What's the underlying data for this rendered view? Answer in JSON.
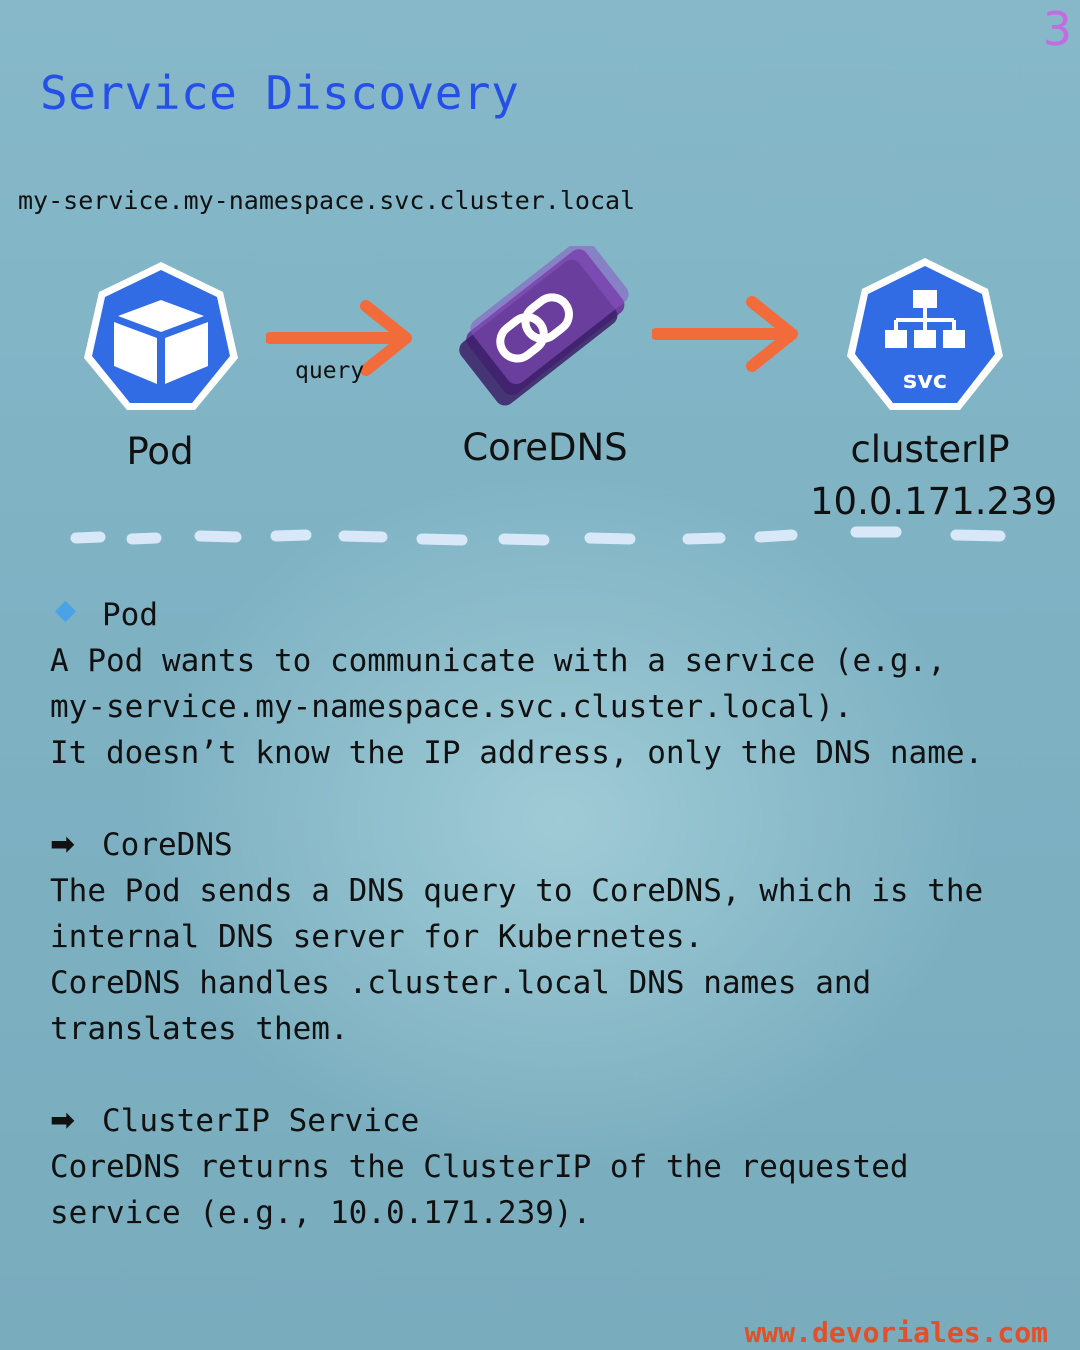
{
  "page_number": "3",
  "title": "Service Discovery",
  "dns_name": "my-service.my-namespace.svc.cluster.local",
  "diagram": {
    "pod_label": "Pod",
    "query_label": "query",
    "coredns_label": "CoreDNS",
    "svc_badge": "svc",
    "svc_label_line1": "clusterIP",
    "svc_label_line2": "10.0.171.239",
    "colors": {
      "k8s_blue": "#326ce5",
      "arrow_orange": "#f26b3a",
      "coredns_purple": "#5b2a86",
      "divider": "#d8e8f8"
    }
  },
  "sections": [
    {
      "icon": "diamond-icon",
      "heading": "Pod",
      "lines": [
        "A Pod wants to communicate with a service (e.g.,",
        "my-service.my-namespace.svc.cluster.local).",
        "It doesn’t know the IP address, only the DNS name."
      ]
    },
    {
      "icon": "arrow-right-icon",
      "heading": "CoreDNS",
      "lines": [
        "The Pod sends a DNS query to CoreDNS, which is the",
        "internal DNS server for Kubernetes.",
        "CoreDNS handles .cluster.local DNS names and",
        "translates them."
      ]
    },
    {
      "icon": "arrow-right-icon",
      "heading": "ClusterIP Service",
      "lines": [
        "CoreDNS returns the ClusterIP of the requested",
        "service (e.g., 10.0.171.239)."
      ]
    }
  ],
  "footer": "www.devoriales.com"
}
